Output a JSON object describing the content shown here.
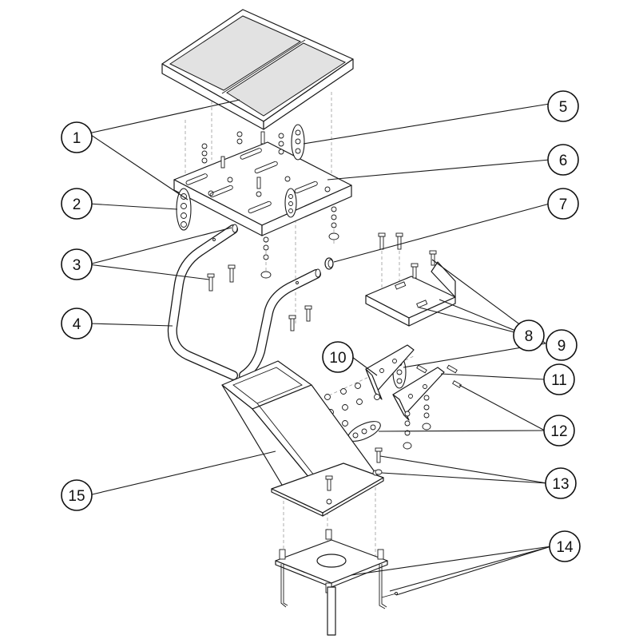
{
  "diagram": {
    "callouts": [
      {
        "label": "1"
      },
      {
        "label": "2"
      },
      {
        "label": "3"
      },
      {
        "label": "4"
      },
      {
        "label": "5"
      },
      {
        "label": "6"
      },
      {
        "label": "7"
      },
      {
        "label": "8"
      },
      {
        "label": "9"
      },
      {
        "label": "10"
      },
      {
        "label": "11"
      },
      {
        "label": "12"
      },
      {
        "label": "13"
      },
      {
        "label": "14"
      },
      {
        "label": "15"
      }
    ]
  },
  "colors": {
    "line": "#1a1a1a",
    "texture": "#e2e2e2",
    "background": "#ffffff"
  }
}
